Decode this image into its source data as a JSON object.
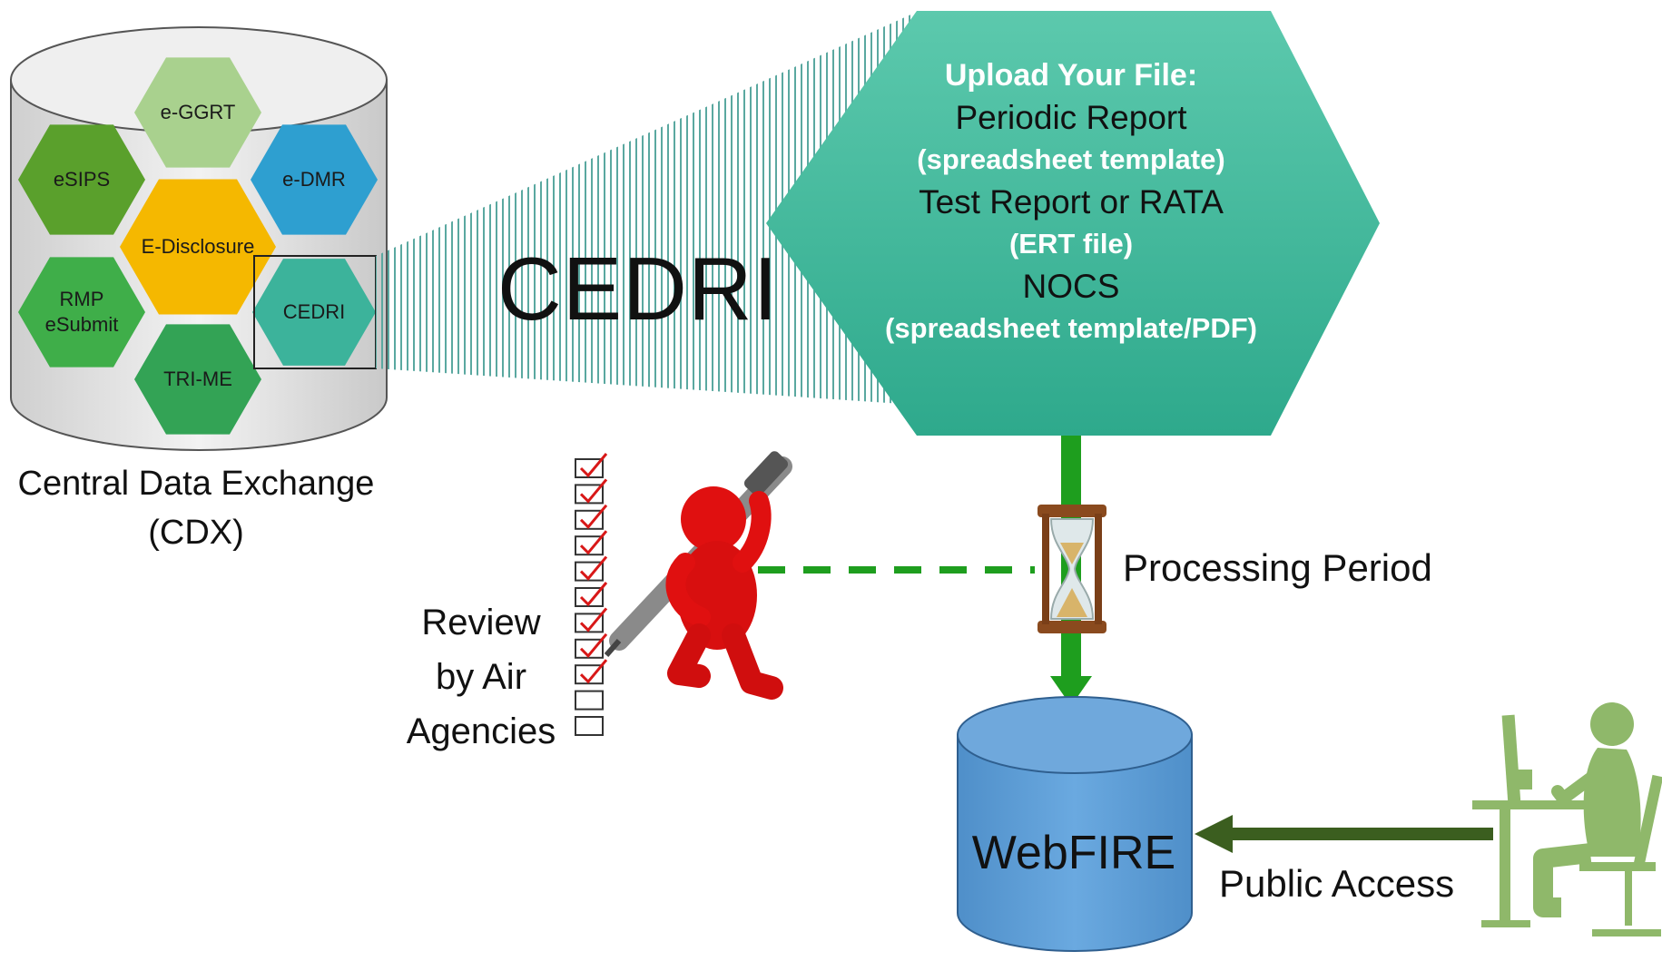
{
  "cdx": {
    "caption_line1": "Central Data Exchange",
    "caption_line2": "(CDX)",
    "modules": [
      {
        "label": "e-GGRT",
        "color": "#a9d18e"
      },
      {
        "label": "eSIPS",
        "color": "#5aa02c"
      },
      {
        "label": "e-DMR",
        "color": "#2e9fd0"
      },
      {
        "label": "E-Disclosure",
        "color": "#f5b800"
      },
      {
        "label": "RMP eSubmit",
        "color": "#3fae49"
      },
      {
        "label": "CEDRI",
        "color": "#3cb39b"
      },
      {
        "label": "TRI-ME",
        "color": "#33a355"
      }
    ]
  },
  "cedri_title": "CEDRI",
  "upload": {
    "heading": "Upload Your File:",
    "items": [
      {
        "name": "Periodic Report",
        "format": "(spreadsheet template)"
      },
      {
        "name": "Test Report or RATA",
        "format": "(ERT file)"
      },
      {
        "name": "NOCS",
        "format": "(spreadsheet template/PDF)"
      }
    ],
    "color": "#3cb89d"
  },
  "review": {
    "line1": "Review",
    "line2": "by Air",
    "line3": "Agencies",
    "checklist_checked": 9,
    "checklist_total": 11
  },
  "processing_label": "Processing Period",
  "webfire_label": "WebFIRE",
  "public_access_label": "Public Access",
  "colors": {
    "flow_green": "#1e9e1e",
    "public_arrow": "#3b5e1f",
    "webfire_blue": "#5b9bd5",
    "person_green": "#8fb86a",
    "reviewer_red": "#e01010"
  }
}
